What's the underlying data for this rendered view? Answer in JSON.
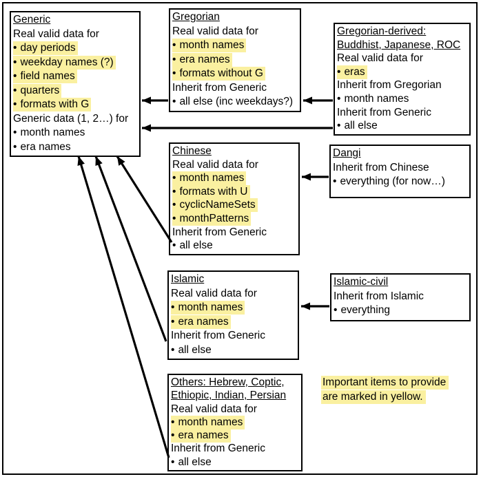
{
  "diagram": {
    "colors": {
      "highlight": "#FAF0A0",
      "line": "#000000",
      "border": "#000000",
      "background": "#FFFFFF",
      "text": "#000000"
    },
    "bullet_char": "•",
    "boxes": [
      {
        "id": "generic",
        "lines": [
          {
            "text": "Generic",
            "underline": true
          },
          {
            "text": "Real valid data for"
          },
          {
            "text": "day periods",
            "bullet": true,
            "highlight": true
          },
          {
            "text": "weekday names (?)",
            "bullet": true,
            "highlight": true
          },
          {
            "text": "field names",
            "bullet": true,
            "highlight": true
          },
          {
            "text": "quarters",
            "bullet": true,
            "highlight": true
          },
          {
            "text": "formats with G",
            "bullet": true,
            "highlight": true
          },
          {
            "text": "Generic data (1, 2…) for"
          },
          {
            "text": "month names",
            "bullet": true
          },
          {
            "text": "era names",
            "bullet": true
          }
        ]
      },
      {
        "id": "gregorian",
        "lines": [
          {
            "text": "Gregorian",
            "underline": true
          },
          {
            "text": "Real valid data for"
          },
          {
            "text": "month names",
            "bullet": true,
            "highlight": true
          },
          {
            "text": "era names",
            "bullet": true,
            "highlight": true
          },
          {
            "text": "formats without G",
            "bullet": true,
            "highlight": true
          },
          {
            "text": "Inherit from Generic"
          },
          {
            "text": "all else (inc weekdays?)",
            "bullet": true
          }
        ]
      },
      {
        "id": "gregorian-derived",
        "lines": [
          {
            "text": "Gregorian-derived:",
            "underline": true
          },
          {
            "text": "Buddhist, Japanese, ROC",
            "underline": true
          },
          {
            "text": "Real valid data for"
          },
          {
            "text": "eras",
            "bullet": true,
            "highlight": true
          },
          {
            "text": "Inherit from Gregorian"
          },
          {
            "text": "month names",
            "bullet": true
          },
          {
            "text": "Inherit from Generic"
          },
          {
            "text": "all else",
            "bullet": true
          }
        ]
      },
      {
        "id": "chinese",
        "lines": [
          {
            "text": "Chinese",
            "underline": true
          },
          {
            "text": "Real valid data for"
          },
          {
            "text": "month names",
            "bullet": true,
            "highlight": true
          },
          {
            "text": "formats with U",
            "bullet": true,
            "highlight": true
          },
          {
            "text": "cyclicNameSets",
            "bullet": true,
            "highlight": true
          },
          {
            "text": "monthPatterns",
            "bullet": true,
            "highlight": true
          },
          {
            "text": "Inherit from Generic"
          },
          {
            "text": "all else",
            "bullet": true
          }
        ]
      },
      {
        "id": "dangi",
        "lines": [
          {
            "text": "Dangi",
            "underline": true
          },
          {
            "text": "Inherit from Chinese"
          },
          {
            "text": "everything (for now…)",
            "bullet": true
          }
        ]
      },
      {
        "id": "islamic",
        "lines": [
          {
            "text": "Islamic",
            "underline": true
          },
          {
            "text": "Real valid data for"
          },
          {
            "text": "month names",
            "bullet": true,
            "highlight": true
          },
          {
            "text": "era names",
            "bullet": true,
            "highlight": true
          },
          {
            "text": "Inherit from Generic"
          },
          {
            "text": "all else",
            "bullet": true
          }
        ]
      },
      {
        "id": "islamic-civil",
        "lines": [
          {
            "text": "Islamic-civil",
            "underline": true
          },
          {
            "text": "Inherit from Islamic"
          },
          {
            "text": "everything",
            "bullet": true
          }
        ]
      },
      {
        "id": "others",
        "lines": [
          {
            "text": "Others: Hebrew, Coptic,",
            "underline": true
          },
          {
            "text": "Ethiopic, Indian, Persian",
            "underline": true
          },
          {
            "text": "Real valid data for"
          },
          {
            "text": "month names",
            "bullet": true,
            "highlight": true
          },
          {
            "text": "era names",
            "bullet": true,
            "highlight": true
          },
          {
            "text": "Inherit from Generic"
          },
          {
            "text": "all else",
            "bullet": true
          }
        ]
      }
    ],
    "note": {
      "lines": [
        "Important items to provide",
        "are marked in yellow."
      ],
      "highlight": true
    },
    "arrows": [
      {
        "from": "gregorian",
        "to": "generic"
      },
      {
        "from": "gregorian-derived",
        "to": "gregorian"
      },
      {
        "from": "gregorian-derived",
        "to": "generic"
      },
      {
        "from": "dangi",
        "to": "chinese"
      },
      {
        "from": "chinese",
        "to": "generic"
      },
      {
        "from": "islamic-civil",
        "to": "islamic"
      },
      {
        "from": "islamic",
        "to": "generic"
      },
      {
        "from": "others",
        "to": "generic"
      }
    ]
  }
}
